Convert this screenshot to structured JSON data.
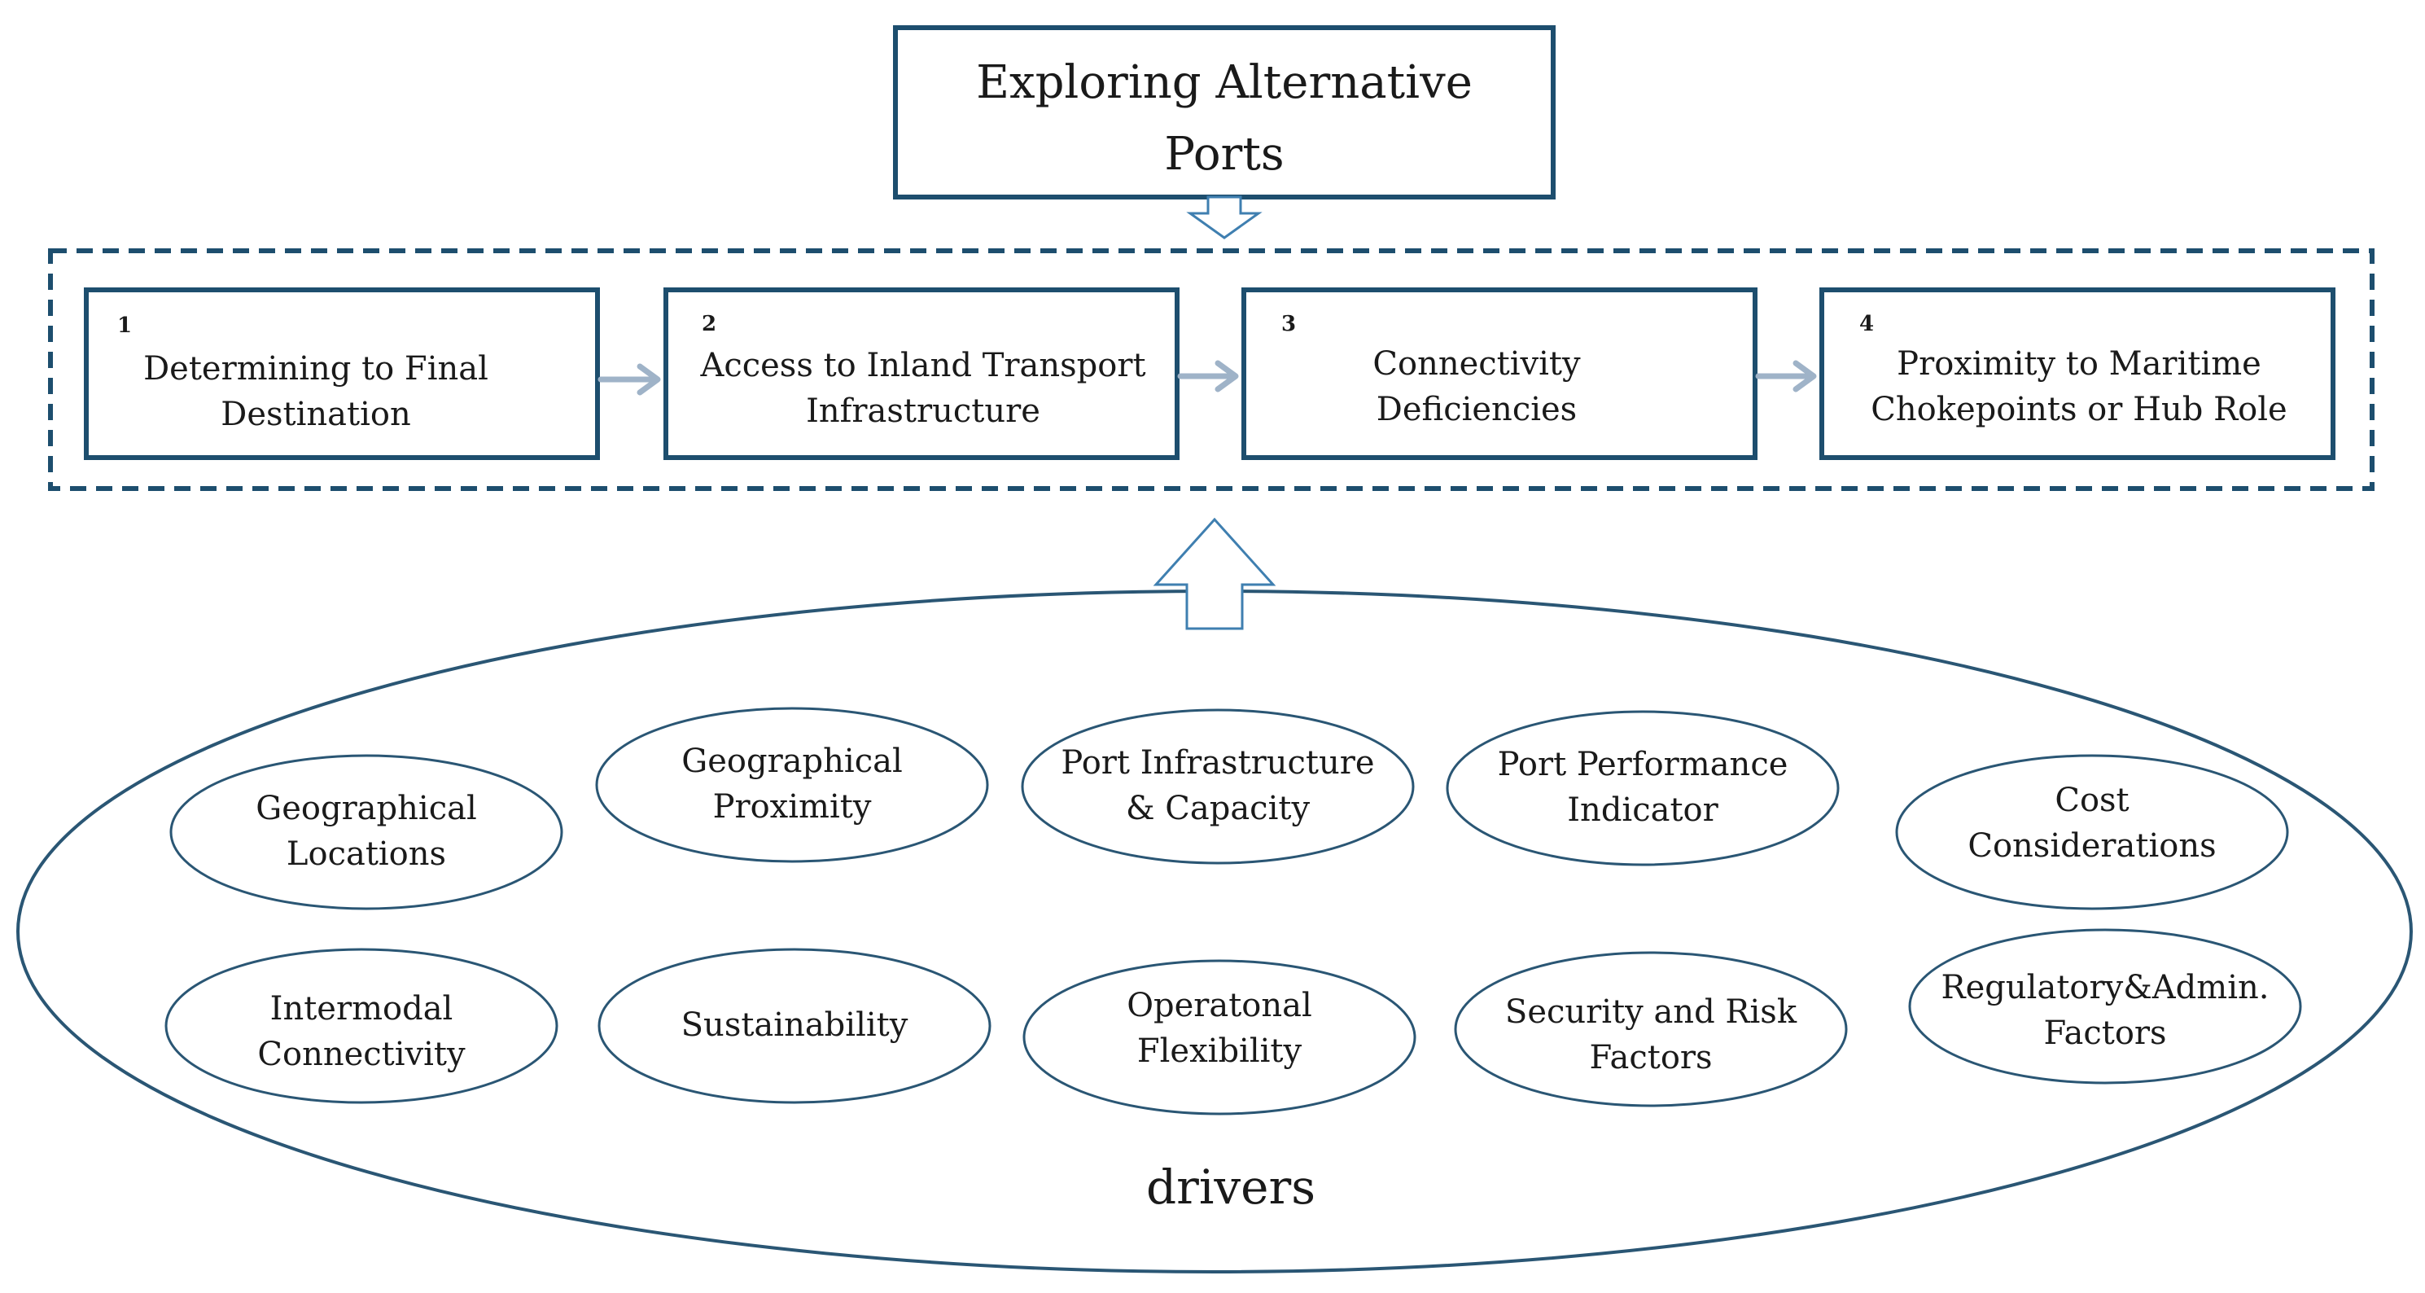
{
  "title": {
    "line1": "Exploring Alternative",
    "line2": "Ports"
  },
  "steps": [
    {
      "number": "1",
      "line1": "Determining to Final",
      "line2": "Destination"
    },
    {
      "number": "2",
      "line1": "Access to Inland Transport",
      "line2": "Infrastructure"
    },
    {
      "number": "3",
      "line1": "Connectivity",
      "line2": "Deficiencies"
    },
    {
      "number": "4",
      "line1": "Proximity to Maritime",
      "line2": "Chokepoints or Hub Role"
    }
  ],
  "drivers": {
    "label": "drivers",
    "items": [
      {
        "line1": "Geographical",
        "line2": "Locations"
      },
      {
        "line1": "Geographical",
        "line2": "Proximity"
      },
      {
        "line1": "Port Infrastructure",
        "line2": "& Capacity"
      },
      {
        "line1": "Port Performance",
        "line2": "Indicator"
      },
      {
        "line1": "Cost",
        "line2": "Considerations"
      },
      {
        "line1": "Intermodal",
        "line2": "Connectivity"
      },
      {
        "line1": "Sustainability",
        "line2": ""
      },
      {
        "line1": "Operatonal",
        "line2": "Flexibility"
      },
      {
        "line1": "Security and Risk",
        "line2": "Factors"
      },
      {
        "line1": "Regulatory&Admin.",
        "line2": "Factors"
      }
    ]
  },
  "colors": {
    "box_border": "#1d4e6e",
    "ellipse_border": "#2a5674",
    "arrow_light": "#9fb3c8",
    "arrow_outline": "#3f7fb0",
    "text": "#1a1a1a"
  }
}
